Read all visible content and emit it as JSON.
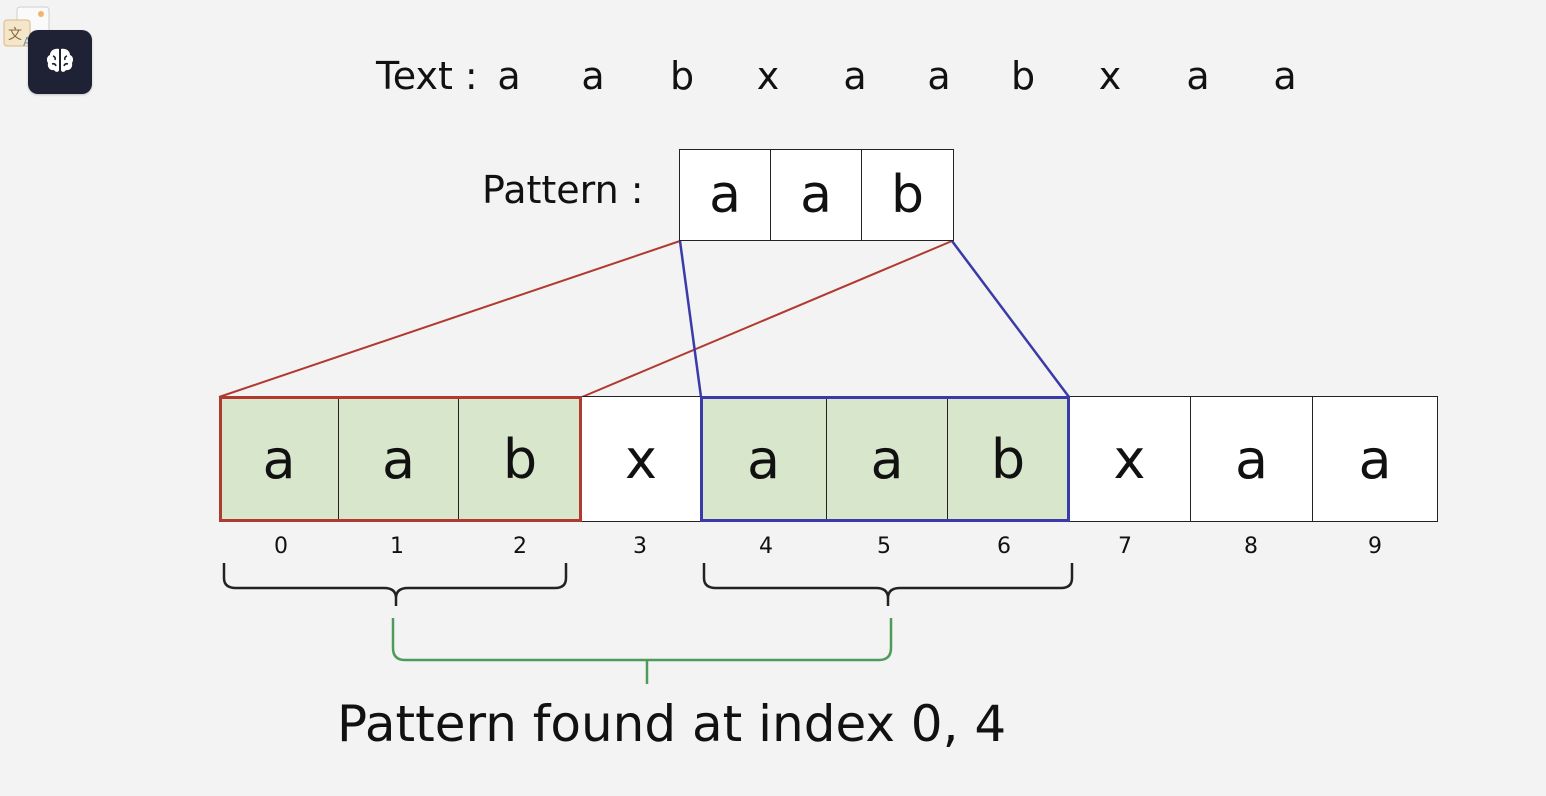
{
  "text_row": {
    "label": "Text :",
    "chars": [
      "a",
      "a",
      "b",
      "x",
      "a",
      "a",
      "b",
      "x",
      "a",
      "a"
    ]
  },
  "pattern": {
    "label": "Pattern :",
    "chars": [
      "a",
      "a",
      "b"
    ]
  },
  "array": {
    "chars": [
      "a",
      "a",
      "b",
      "x",
      "a",
      "a",
      "b",
      "x",
      "a",
      "a"
    ],
    "indices": [
      "0",
      "1",
      "2",
      "3",
      "4",
      "5",
      "6",
      "7",
      "8",
      "9"
    ],
    "matches": [
      0,
      4
    ]
  },
  "result": "Pattern found at index 0, 4",
  "colors": {
    "match_fill": "#d8e6cc",
    "first_match_border": "#b03a30",
    "second_match_border": "#3a3aa8",
    "result_bracket": "#4f9a5a",
    "brain_button_bg": "#1f2235"
  },
  "icons": [
    "translate-icon",
    "brain-icon"
  ]
}
